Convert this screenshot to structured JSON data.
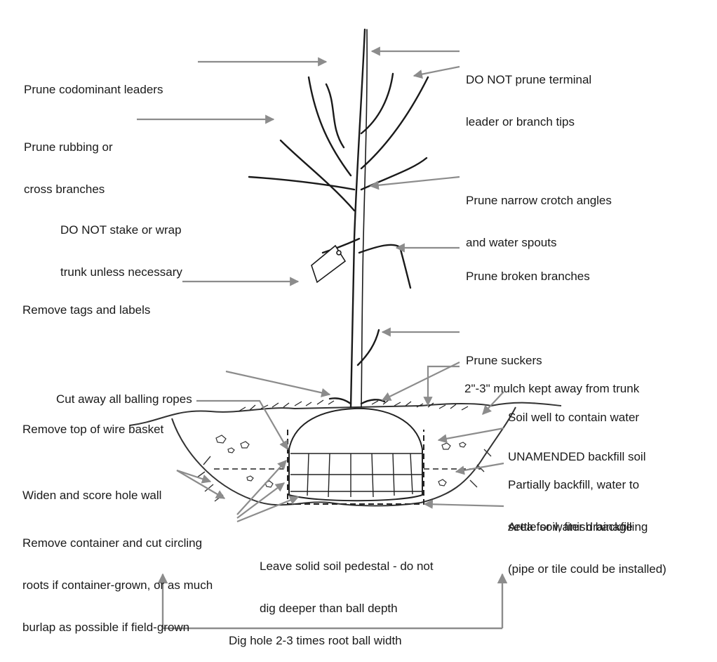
{
  "colors": {
    "arrow": "#8c8c8c",
    "ink": "#1a1a1a",
    "soil": "#333333"
  },
  "labels": {
    "prune_codominant": [
      "Prune codominant leaders"
    ],
    "do_not_prune_terminal": [
      "DO NOT prune terminal",
      "leader or branch tips"
    ],
    "prune_rubbing": [
      "Prune rubbing or",
      "cross branches"
    ],
    "prune_narrow_crotch": [
      "Prune narrow crotch angles",
      "and water spouts"
    ],
    "do_not_stake": [
      "DO NOT stake or wrap",
      "trunk unless necessary"
    ],
    "prune_broken": [
      "Prune broken branches"
    ],
    "remove_tags": [
      "Remove tags and labels"
    ],
    "prune_suckers": [
      "Prune suckers"
    ],
    "mulch": [
      "2\"-3\" mulch kept away from trunk"
    ],
    "cut_ropes": [
      "Cut away all balling ropes"
    ],
    "soil_well": [
      "Soil well to contain water"
    ],
    "remove_basket": [
      "Remove top of wire basket"
    ],
    "unamended_backfill": [
      "UNAMENDED backfill soil"
    ],
    "partially_backfill": [
      "Partially backfill, water to",
      "settle soil, finish backfilling"
    ],
    "widen_hole": [
      "Widen and score hole wall"
    ],
    "remove_container": [
      "Remove container and cut circling",
      "roots if container-grown, or as much",
      "burlap as possible if field-grown"
    ],
    "water_drainage": [
      "Area for water drainage",
      "(pipe or tile could be installed)"
    ],
    "leave_pedestal": [
      "Leave solid soil pedestal - do not",
      "dig deeper than ball depth"
    ],
    "dig_hole": [
      "Dig hole 2-3 times root ball width"
    ]
  }
}
